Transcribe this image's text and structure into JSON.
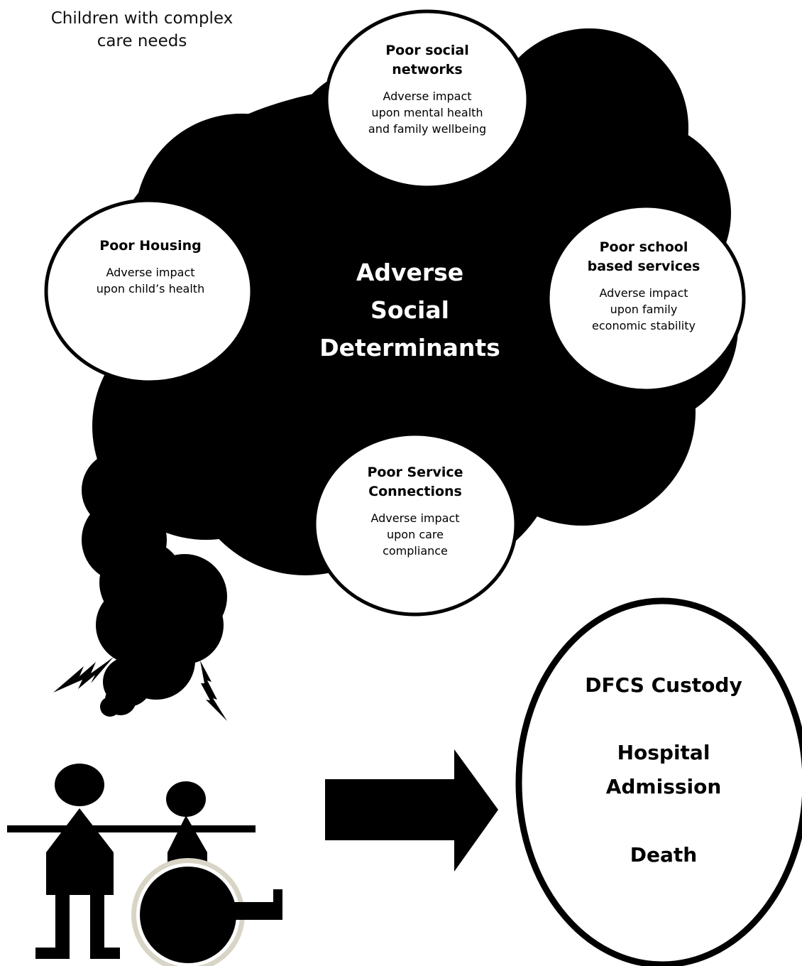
{
  "caption": {
    "line1": "Children with complex",
    "line2": "care needs"
  },
  "center": {
    "line1": "Adverse",
    "line2": "Social",
    "line3": "Determinants"
  },
  "bubbles": [
    {
      "title": [
        "Poor social",
        "networks"
      ],
      "desc": [
        "Adverse impact",
        "upon mental health",
        "and family wellbeing"
      ]
    },
    {
      "title": [
        "Poor Housing"
      ],
      "desc": [
        "Adverse impact",
        "upon child’s health"
      ]
    },
    {
      "title": [
        "Poor school",
        "based services"
      ],
      "desc": [
        "Adverse impact",
        "upon family",
        "economic stability"
      ]
    },
    {
      "title": [
        "Poor Service",
        "Connections"
      ],
      "desc": [
        "Adverse impact",
        "upon care",
        "compliance"
      ]
    }
  ],
  "outcomes": {
    "line1": "DFCS Custody",
    "line2": "Hospital",
    "line3": "Admission",
    "line4": "Death"
  },
  "icons": [
    "thought-cloud-icon",
    "lightning-bolt-icon",
    "standing-person-icon",
    "wheelchair-child-icon",
    "right-arrow-icon"
  ],
  "colors": {
    "ink": "#000000",
    "paper": "#ffffff",
    "wheel-ring": "#d8d4c6"
  }
}
